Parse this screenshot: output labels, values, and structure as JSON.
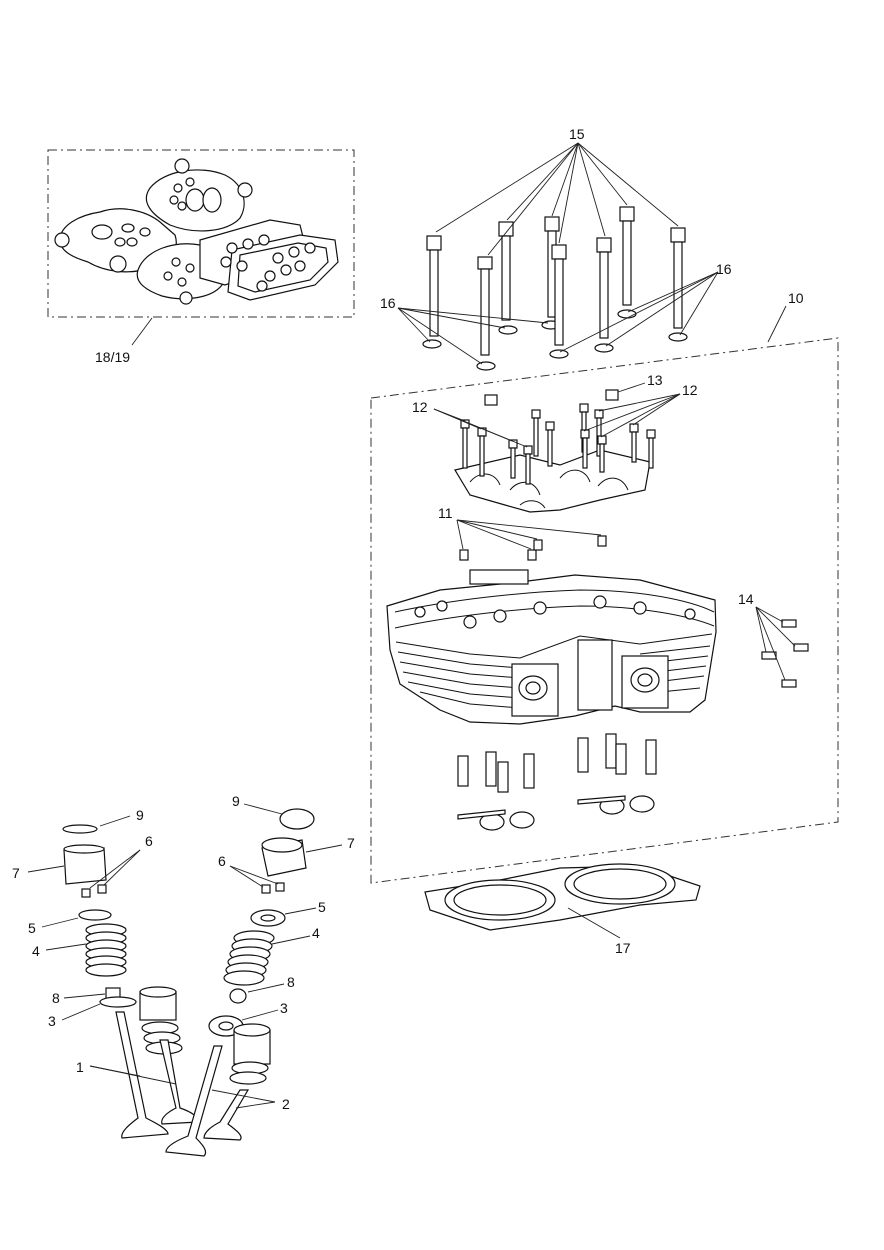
{
  "diagram": {
    "labels": {
      "gasket_kit": "18/19",
      "cylinder_head_assy": "10",
      "cam_cap_bolts_left": "12",
      "cam_cap_bolts_right": "12",
      "plug": "13",
      "dowels": "11",
      "studs": "14",
      "head_bolts": "15",
      "washers_left": "16",
      "washers_right": "16",
      "head_gasket": "17",
      "shim_left": "9",
      "shim_right": "9",
      "bucket_left": "7",
      "bucket_right": "7",
      "collets_left": "6",
      "collets_right": "6",
      "retainer_left": "5",
      "retainer_right": "5",
      "spring_left": "4",
      "spring_right": "4",
      "seal_left": "8",
      "seal_right": "8",
      "seat_left": "3",
      "seat_right": "3",
      "inlet_valves": "1",
      "exhaust_valves": "2"
    }
  }
}
